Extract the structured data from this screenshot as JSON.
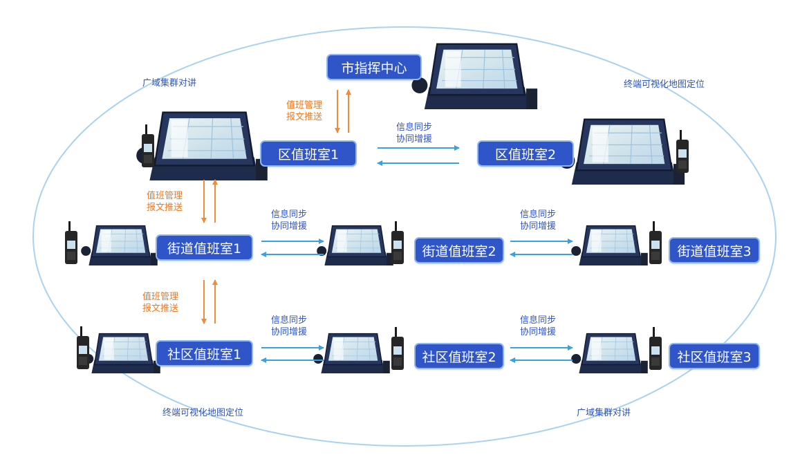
{
  "nodes": {
    "city_center": "市指挥中心",
    "district_1": "区值班室1",
    "district_2": "区值班室2",
    "street_1": "街道值班室1",
    "street_2": "街道值班室2",
    "street_3": "街道值班室3",
    "community_1": "社区值班室1",
    "community_2": "社区值班室2",
    "community_3": "社区值班室3"
  },
  "labels": {
    "top_left": "广域集群对讲",
    "top_right": "终端可视化地图定位",
    "bottom_left": "终端可视化地图定位",
    "bottom_right": "广域集群对讲",
    "duty_line1": "值班管理",
    "duty_line2": "报文推送",
    "sync_line1": "信息同步",
    "sync_line2": "协同增援"
  },
  "colors": {
    "node_fill": "#2f55c8",
    "node_border": "#8fb8ef",
    "ellipse": "#a9d2f2",
    "orange_arrow": "#f08a3c",
    "blue_arrow": "#3aa0de"
  }
}
